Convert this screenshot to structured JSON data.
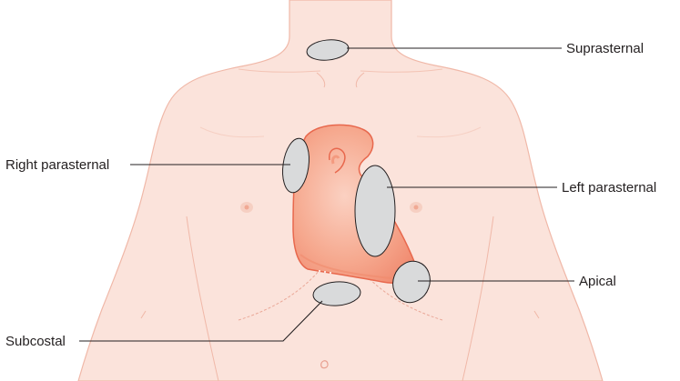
{
  "labels": {
    "suprasternal": "Suprasternal",
    "right_parasternal": "Right parasternal",
    "left_parasternal": "Left parasternal",
    "apical": "Apical",
    "subcostal": "Subcostal"
  },
  "colors": {
    "skin": "#fbe3db",
    "skin_outline": "#f0b8a8",
    "heart": "#f39a7f",
    "heart_outline": "#e8684d",
    "window_fill": "#d9dadb",
    "text": "#231f20"
  }
}
